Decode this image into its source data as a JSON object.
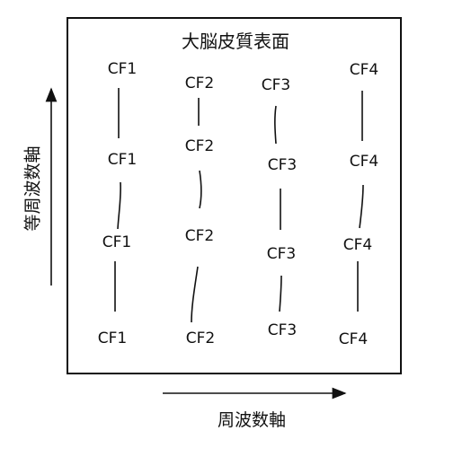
{
  "title": "大脳皮質表面",
  "x_axis_label": "周波数軸",
  "y_axis_label": "等周波数軸",
  "columns": [
    {
      "labels": [
        "CF1",
        "CF1",
        "CF1",
        "CF1"
      ]
    },
    {
      "labels": [
        "CF2",
        "CF2",
        "CF2",
        "CF2"
      ]
    },
    {
      "labels": [
        "CF3",
        "CF3",
        "CF3",
        "CF3"
      ]
    },
    {
      "labels": [
        "CF4",
        "CF4",
        "CF4",
        "CF4"
      ]
    }
  ]
}
